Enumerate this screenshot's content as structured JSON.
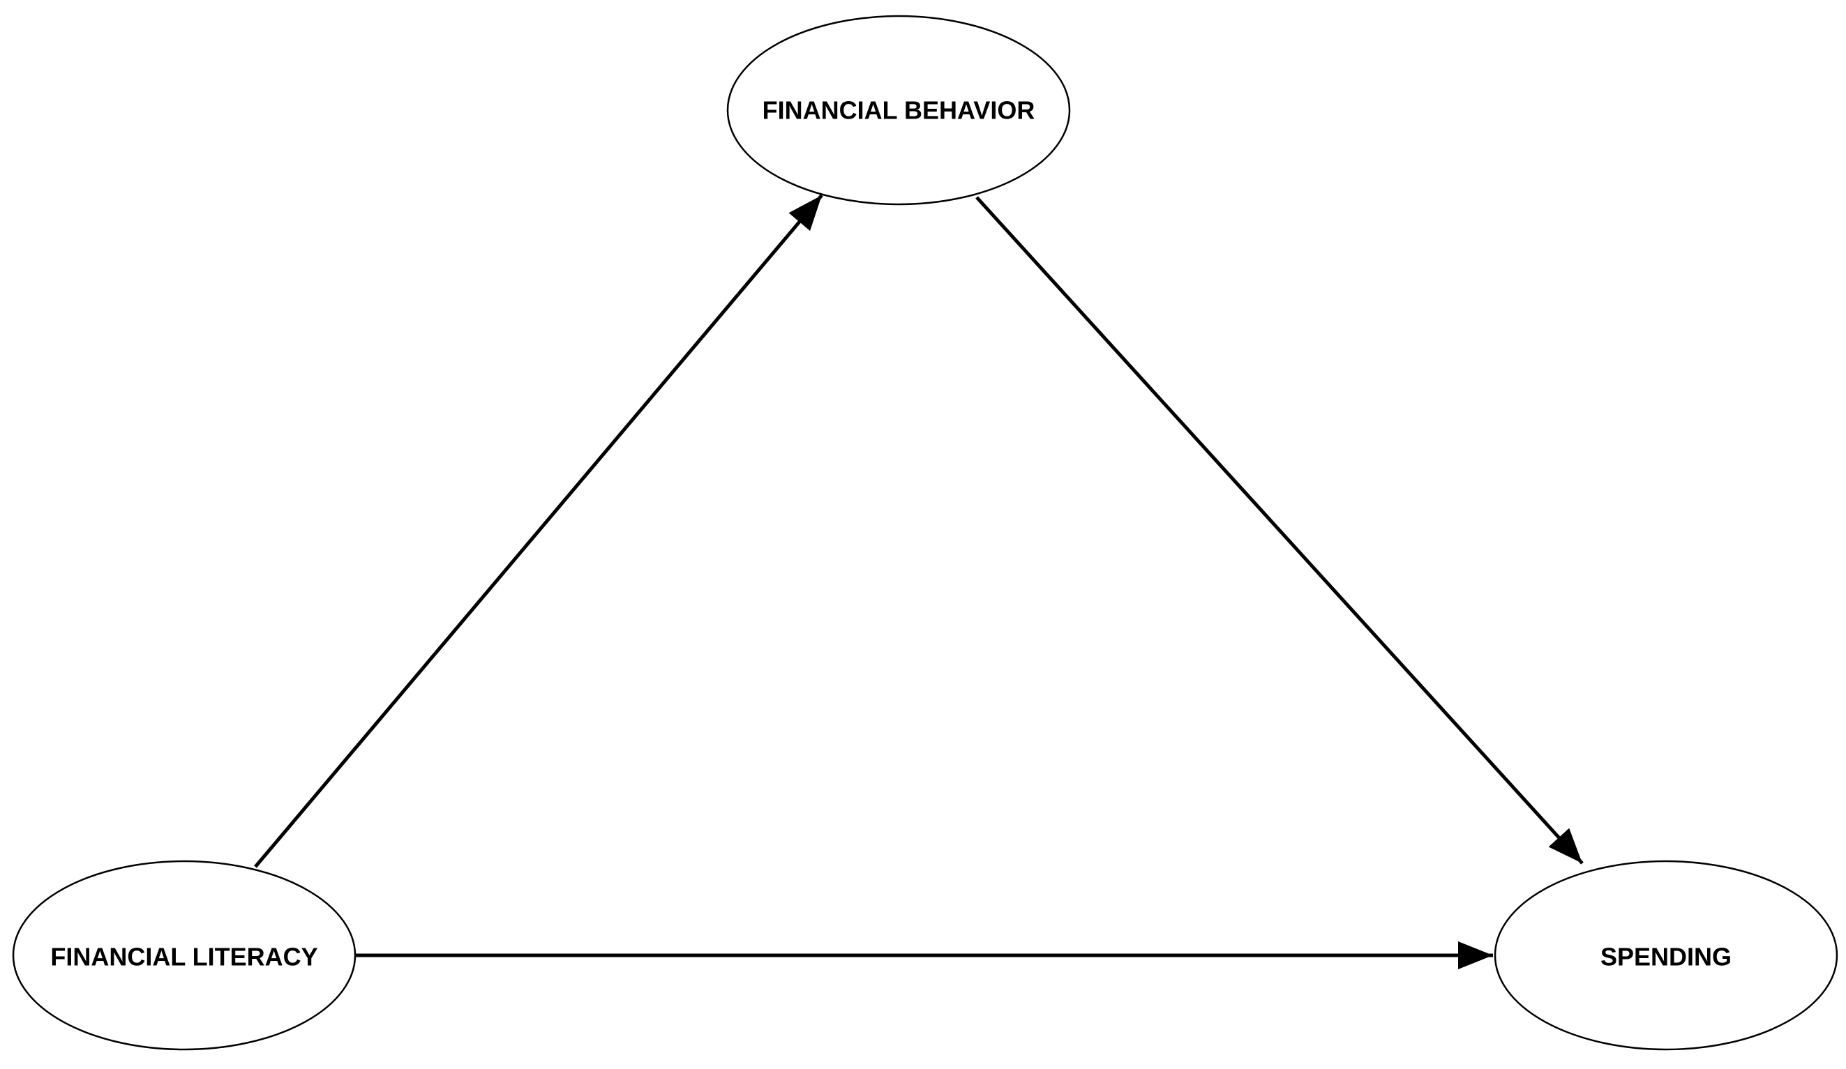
{
  "nodes": [
    {
      "id": "financial_behavior",
      "label": "FINANCIAL BEHAVIOR"
    },
    {
      "id": "financial_literacy",
      "label": "FINANCIAL LITERACY"
    },
    {
      "id": "spending",
      "label": "SPENDING"
    }
  ],
  "edges": [
    {
      "from": "financial_literacy",
      "to": "financial_behavior"
    },
    {
      "from": "financial_behavior",
      "to": "spending"
    },
    {
      "from": "financial_literacy",
      "to": "spending"
    }
  ],
  "colors": {
    "stroke": "#000000",
    "fill": "#ffffff",
    "text": "#000000"
  }
}
